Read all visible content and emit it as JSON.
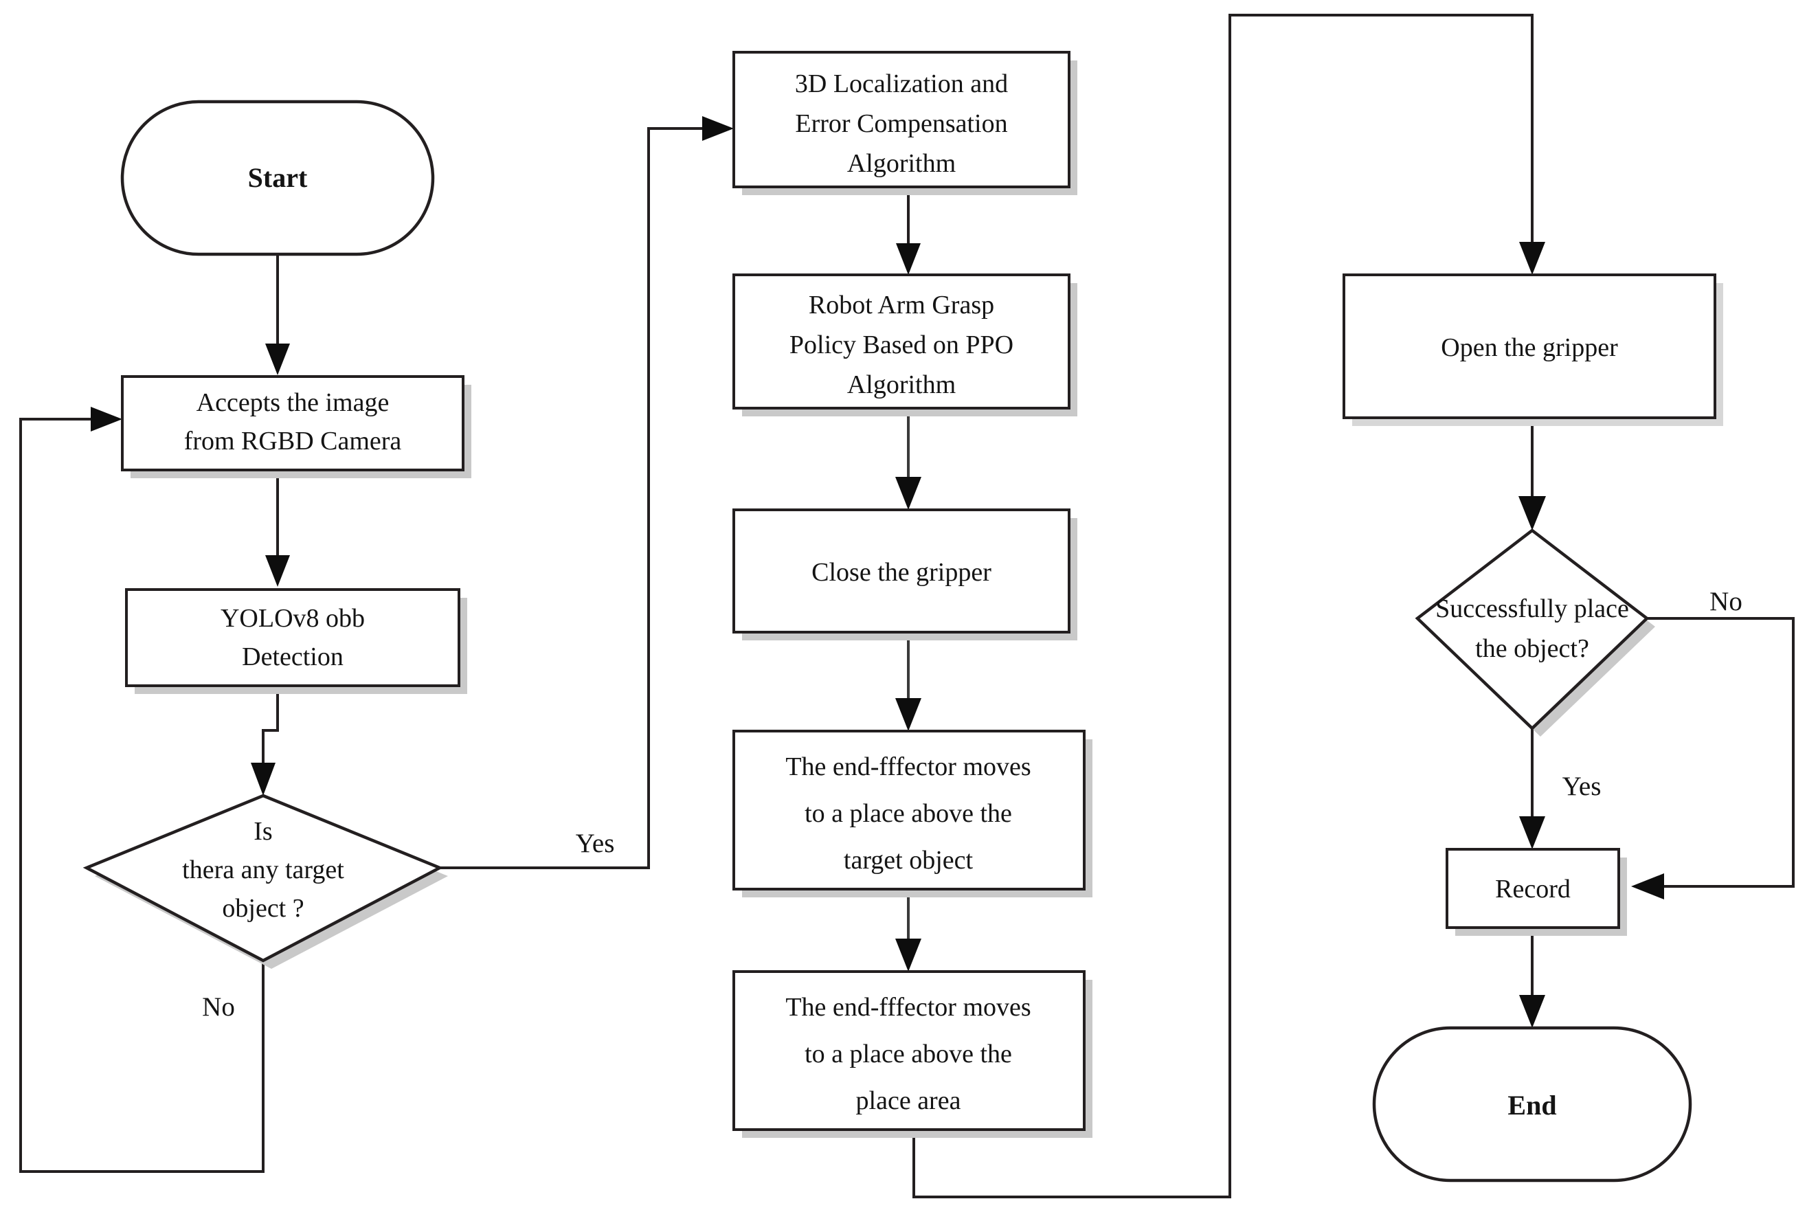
{
  "diagram": {
    "title": "Robot Grasp and Place Flowchart",
    "type": "flowchart",
    "background_color": "#ffffff",
    "stroke_color": "#231f20",
    "text_color": "#141414",
    "shadow_color": "#c9c9c9"
  },
  "nodes": {
    "start": {
      "label": "Start",
      "shape": "terminator"
    },
    "accept_image": {
      "line1": "Accepts the image",
      "line2": "from RGBD Camera",
      "shape": "process"
    },
    "yolo": {
      "line1": "YOLOv8 obb",
      "line2": "Detection",
      "shape": "process"
    },
    "decide_target": {
      "line1": "Is",
      "line2": "thera any target",
      "line3": "object ?",
      "shape": "decision"
    },
    "localization": {
      "line1": "3D Localization and",
      "line2": "Error Compensation",
      "line3": "Algorithm",
      "shape": "process"
    },
    "ppo_policy": {
      "line1": "Robot Arm Grasp",
      "line2": "Policy Based on PPO",
      "line3": "Algorithm",
      "shape": "process"
    },
    "close_gripper": {
      "line1": "Close the gripper",
      "shape": "process"
    },
    "move_above_target": {
      "line1": "The end-fffector moves",
      "line2": "to a place above the",
      "line3": "target object",
      "shape": "process"
    },
    "move_above_place": {
      "line1": "The end-fffector moves",
      "line2": "to a place above the",
      "line3": "place area",
      "shape": "process"
    },
    "open_gripper": {
      "line1": "Open the gripper",
      "shape": "process"
    },
    "decide_place": {
      "line1": "Successfully place",
      "line2": "the object?",
      "shape": "decision"
    },
    "record": {
      "label": "Record",
      "shape": "process"
    },
    "end": {
      "label": "End",
      "shape": "terminator"
    }
  },
  "edge_labels": {
    "target_no": "No",
    "target_yes": "Yes",
    "place_no": "No",
    "place_yes": "Yes"
  }
}
